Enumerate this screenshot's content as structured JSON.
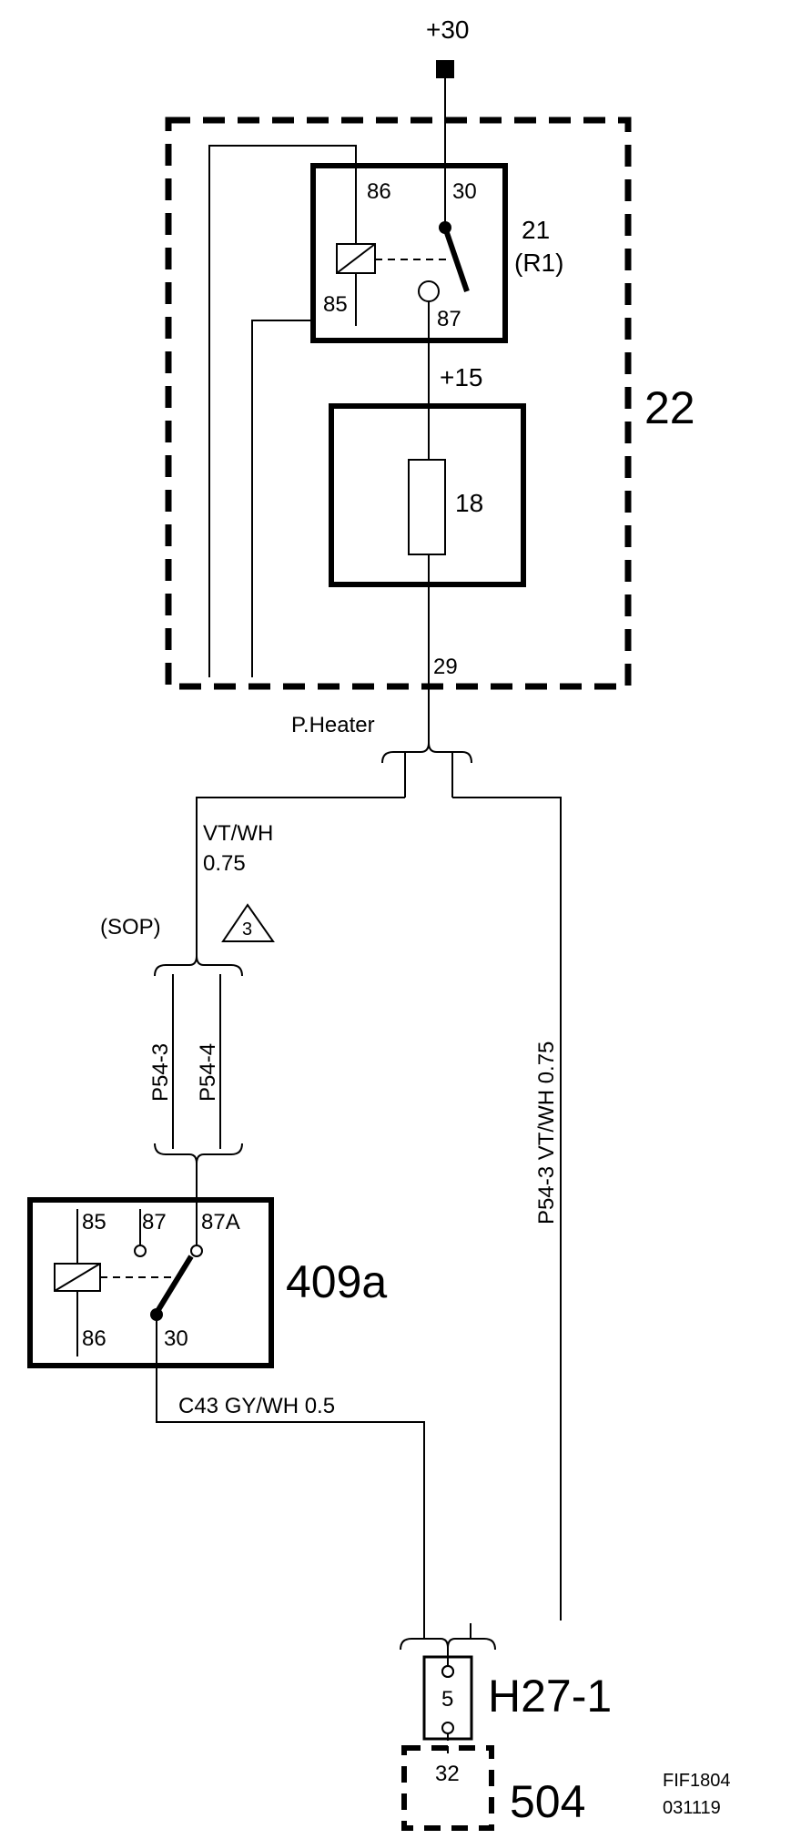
{
  "supply": {
    "plus30": "+30",
    "plus15": "+15"
  },
  "relay21": {
    "id": "21",
    "ref": "(R1)",
    "pin86": "86",
    "pin30": "30",
    "pin85": "85",
    "pin87": "87"
  },
  "box22": {
    "id": "22"
  },
  "fuse18": {
    "id": "18"
  },
  "pin29": "29",
  "connector_heater": "P.Heater",
  "wire_left": {
    "color": "VT/WH",
    "size": "0.75"
  },
  "sop": "(SOP)",
  "note_triangle": "3",
  "wire_p54_3": "P54-3",
  "wire_p54_4": "P54-4",
  "wire_right": "P54-3  VT/WH  0.75",
  "relay409a": {
    "id": "409a",
    "pin85": "85",
    "pin87": "87",
    "pin87a": "87A",
    "pin86": "86",
    "pin30": "30"
  },
  "wire_bottom": "C43   GY/WH  0.5",
  "fuse_h27": {
    "id": "H27-1",
    "pos": "5"
  },
  "component504": {
    "id": "504",
    "pin": "32"
  },
  "drawing_ref": {
    "line1": "FIF1804",
    "line2": "031119"
  }
}
